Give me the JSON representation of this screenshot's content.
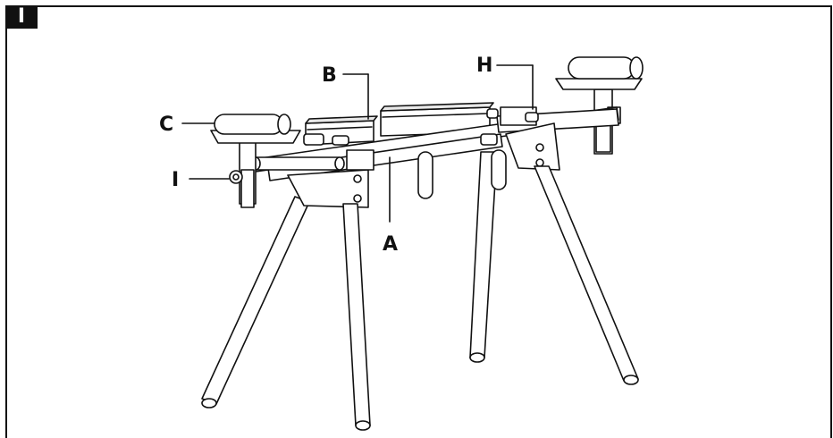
{
  "figure": {
    "number": "I"
  },
  "callouts": {
    "A": "A",
    "B": "B",
    "C": "C",
    "H": "H",
    "I": "I"
  },
  "colors": {
    "line": "#111111",
    "panel": "#ffffff"
  }
}
